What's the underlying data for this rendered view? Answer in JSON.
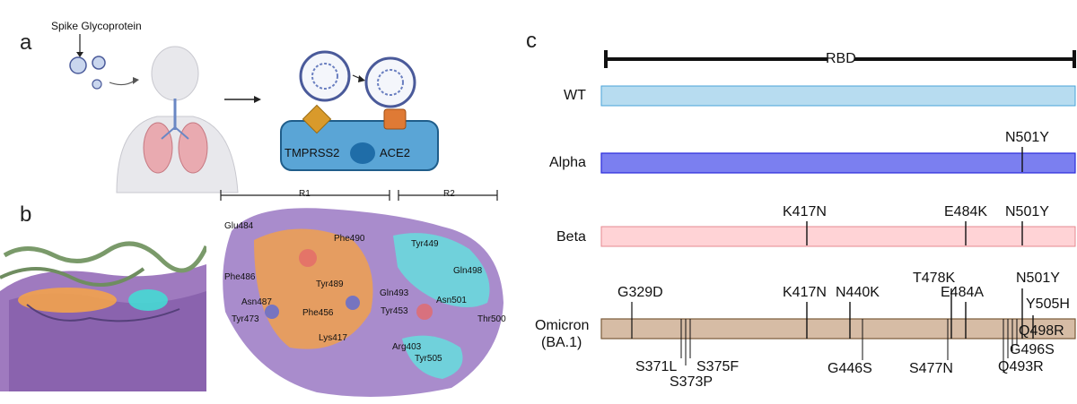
{
  "panel_a": {
    "letter": "a",
    "spike_label": "Spike Glycoprotein",
    "tmprss2_label": "TMPRSS2",
    "ace2_label": "ACE2"
  },
  "panel_b": {
    "letter": "b",
    "region1_label": "R1",
    "region2_label": "R2",
    "residues": [
      "Glu484",
      "Phe490",
      "Tyr449",
      "Gln498",
      "Phe486",
      "Tyr489",
      "Gln493",
      "Asn487",
      "Tyr473",
      "Phe456",
      "Tyr453",
      "Asn501",
      "Thr500",
      "Lys417",
      "Arg403",
      "Tyr505"
    ]
  },
  "panel_c": {
    "letter": "c",
    "rbd_label": "RBD",
    "colors": {
      "wt": "#b7dcf0",
      "wt_border": "#4aa3d8",
      "alpha": "#7b7ff0",
      "alpha_border": "#2a2adb",
      "beta": "#ffd3d6",
      "beta_border": "#e58a90",
      "omicron": "#d6bca5",
      "omicron_border": "#7a5a3a"
    },
    "variants": [
      {
        "name": "WT",
        "mutations": []
      },
      {
        "name": "Alpha",
        "mutations": [
          "N501Y"
        ]
      },
      {
        "name": "Beta",
        "mutations": [
          "K417N",
          "E484K",
          "N501Y"
        ]
      },
      {
        "name": "Omicron",
        "name2": "(BA.1)",
        "mutations_above": [
          "G329D",
          "K417N",
          "N440K",
          "T478K",
          "E484A",
          "N501Y",
          "Y505H"
        ],
        "mutations_below": [
          "S371L",
          "S373P",
          "S375F",
          "G446S",
          "S477N",
          "Q498R",
          "G496S",
          "Q493R"
        ]
      }
    ]
  }
}
